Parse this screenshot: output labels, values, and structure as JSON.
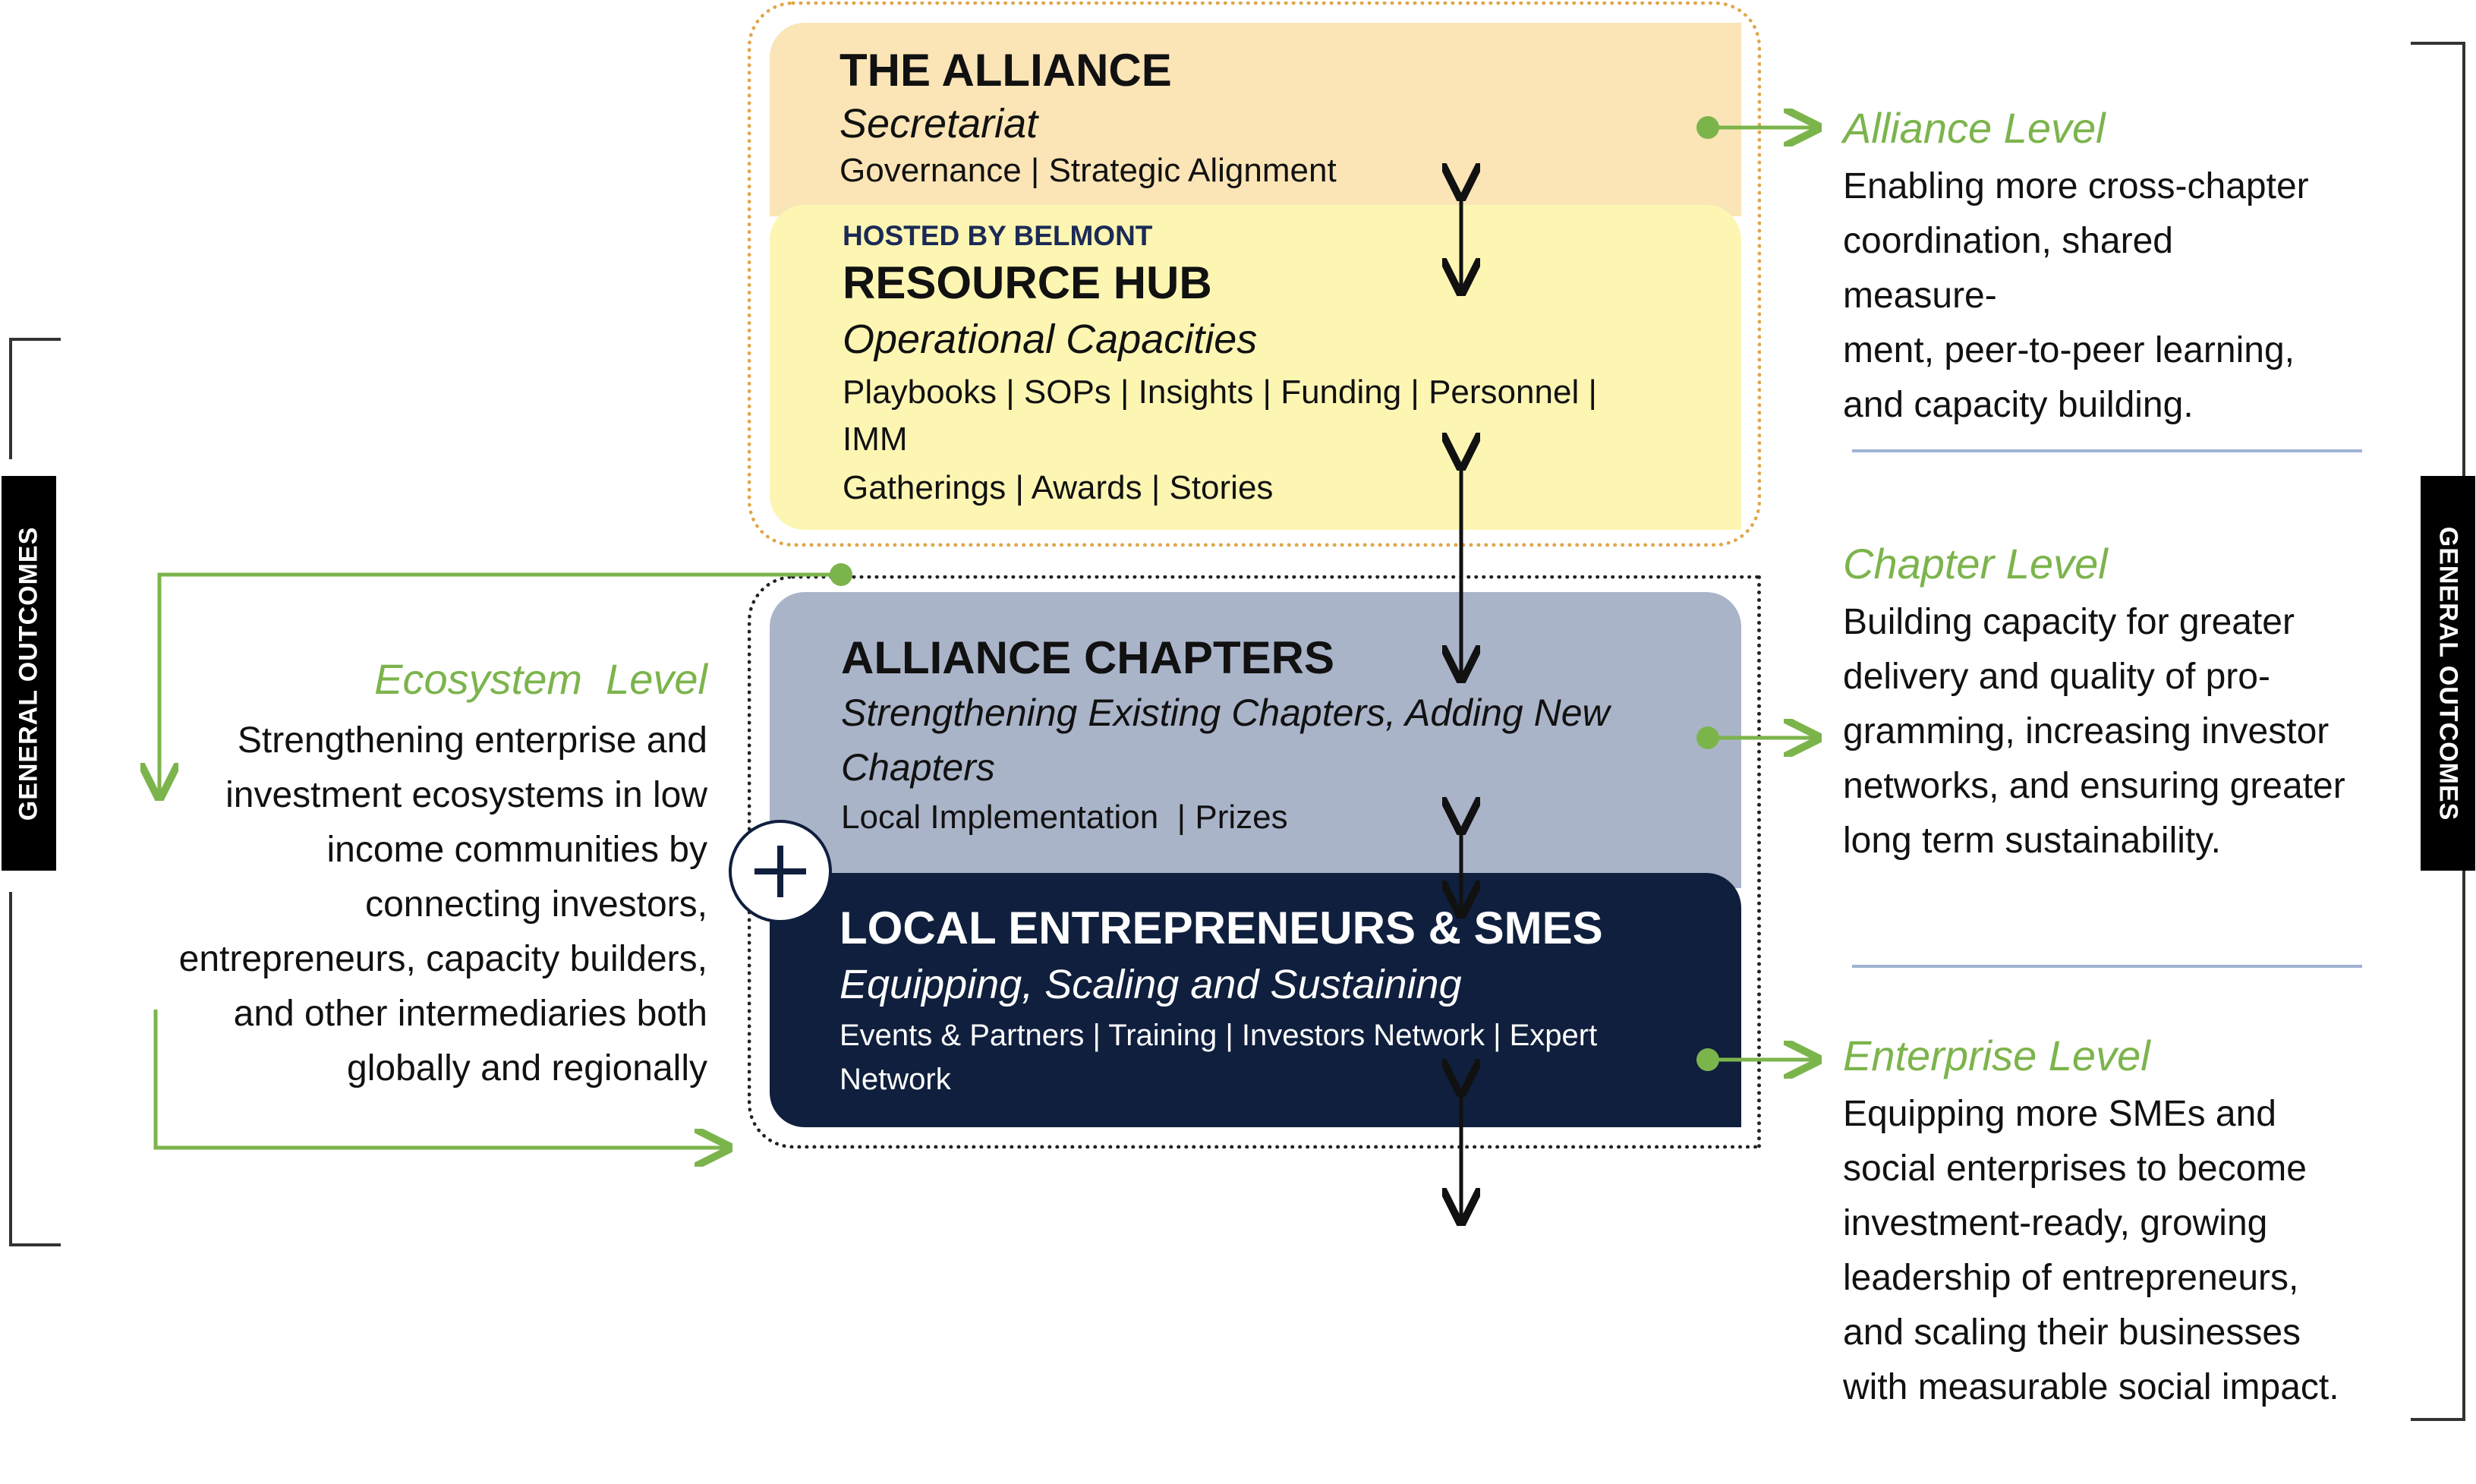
{
  "alliance": {
    "title": "THE ALLIANCE",
    "subtitle": "Secretariat",
    "items": "Governance | Strategic Alignment"
  },
  "hub": {
    "host": "HOSTED BY BELMONT",
    "title": "RESOURCE HUB",
    "subtitle": "Operational Capacities",
    "items_line1": "Playbooks | SOPs | Insights | Funding | Personnel |",
    "items_line2": "IMM",
    "items_line3": "Gatherings | Awards | Stories"
  },
  "chapters": {
    "title": "ALLIANCE CHAPTERS",
    "subtitle_line1": "Strengthening Existing Chapters, Adding New",
    "subtitle_line2": "Chapters",
    "items": "Local Implementation  | Prizes"
  },
  "local": {
    "title": "LOCAL ENTREPRENEURS & SMES",
    "subtitle": "Equipping, Scaling and Sustaining",
    "items_line1": "Events & Partners | Training | Investors Network | Expert",
    "items_line2": "Network"
  },
  "sidebar": {
    "label": "GENERAL OUTCOMES"
  },
  "ecosystem": {
    "title": "Ecosystem  Level",
    "lines": [
      "Strengthening enterprise and",
      "investment ecosystems in low",
      "income communities by",
      "connecting investors,",
      "entrepreneurs, capacity builders,",
      "and other intermediaries both",
      "globally and regionally"
    ]
  },
  "alliance_level": {
    "title": "Alliance Level",
    "lines": [
      "Enabling more cross-chapter",
      "coordination, shared",
      "measure-",
      "ment, peer-to-peer learning,",
      "and capacity building."
    ]
  },
  "chapter_level": {
    "title": "Chapter Level",
    "lines": [
      "Building capacity for greater",
      "delivery and quality of pro-",
      "gramming, increasing investor",
      "networks, and ensuring greater",
      "long term sustainability."
    ]
  },
  "enterprise_level": {
    "title": "Enterprise Level",
    "lines": [
      "Equipping more SMEs and",
      "social enterprises to become",
      "investment-ready, growing",
      "leadership of entrepreneurs,",
      "and scaling their businesses",
      "with measurable social impact."
    ]
  },
  "colors": {
    "accent_green": "#7cb44c",
    "navy": "#0f1f3d",
    "alliance_fill": "#fbe5b6",
    "hub_fill": "#fdf6b3",
    "chapters_fill": "#aab4c9",
    "divider": "#9fb3d3"
  },
  "icons": {
    "plus": "plus-icon",
    "arrows": "double-arrow-icon"
  }
}
